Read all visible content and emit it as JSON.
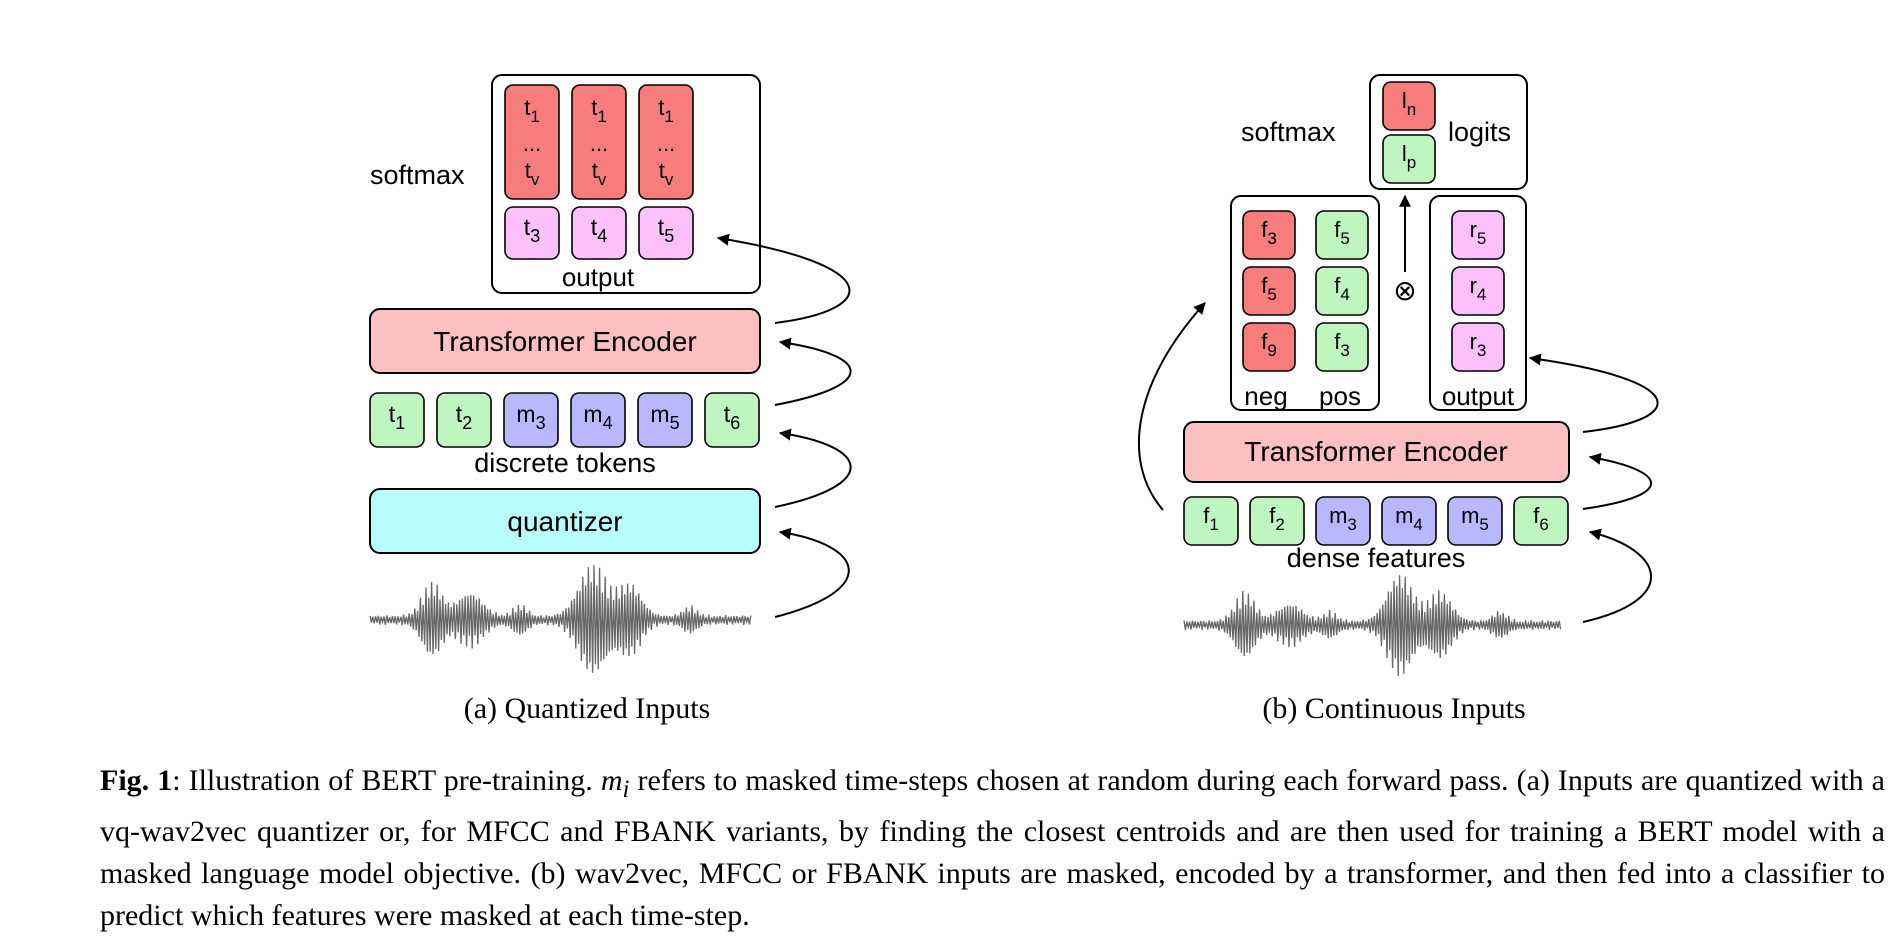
{
  "panel_a": {
    "softmax_label": "softmax",
    "output_label": "output",
    "logit_columns": [
      {
        "top": "t",
        "top_sub": "1",
        "dots": "...",
        "bottom": "t",
        "bottom_sub": "v"
      },
      {
        "top": "t",
        "top_sub": "1",
        "dots": "...",
        "bottom": "t",
        "bottom_sub": "v"
      },
      {
        "top": "t",
        "top_sub": "1",
        "dots": "...",
        "bottom": "t",
        "bottom_sub": "v"
      }
    ],
    "output_tokens": [
      {
        "base": "t",
        "sub": "3"
      },
      {
        "base": "t",
        "sub": "4"
      },
      {
        "base": "t",
        "sub": "5"
      }
    ],
    "encoder_label": "Transformer Encoder",
    "tokens": [
      {
        "base": "t",
        "sub": "1",
        "kind": "token"
      },
      {
        "base": "t",
        "sub": "2",
        "kind": "token"
      },
      {
        "base": "m",
        "sub": "3",
        "kind": "mask"
      },
      {
        "base": "m",
        "sub": "4",
        "kind": "mask"
      },
      {
        "base": "m",
        "sub": "5",
        "kind": "mask"
      },
      {
        "base": "t",
        "sub": "6",
        "kind": "token"
      }
    ],
    "tokens_label": "discrete tokens",
    "quantizer_label": "quantizer",
    "caption": "(a) Quantized Inputs"
  },
  "panel_b": {
    "softmax_label": "softmax",
    "logits_label": "logits",
    "logits": [
      {
        "base": "l",
        "sub": "n",
        "kind": "neg"
      },
      {
        "base": "l",
        "sub": "p",
        "kind": "pos"
      }
    ],
    "negatives": [
      {
        "base": "f",
        "sub": "3"
      },
      {
        "base": "f",
        "sub": "5"
      },
      {
        "base": "f",
        "sub": "9"
      }
    ],
    "positives": [
      {
        "base": "f",
        "sub": "5"
      },
      {
        "base": "f",
        "sub": "4"
      },
      {
        "base": "f",
        "sub": "3"
      }
    ],
    "neg_label": "neg",
    "pos_label": "pos",
    "outputs": [
      {
        "base": "r",
        "sub": "5"
      },
      {
        "base": "r",
        "sub": "4"
      },
      {
        "base": "r",
        "sub": "3"
      }
    ],
    "output_label": "output",
    "otimes_symbol": "⊗",
    "encoder_label": "Transformer Encoder",
    "features": [
      {
        "base": "f",
        "sub": "1",
        "kind": "token"
      },
      {
        "base": "f",
        "sub": "2",
        "kind": "token"
      },
      {
        "base": "m",
        "sub": "3",
        "kind": "mask"
      },
      {
        "base": "m",
        "sub": "4",
        "kind": "mask"
      },
      {
        "base": "m",
        "sub": "5",
        "kind": "mask"
      },
      {
        "base": "f",
        "sub": "6",
        "kind": "token"
      }
    ],
    "features_label": "dense features",
    "caption": "(b) Continuous Inputs"
  },
  "caption": {
    "fig_label": "Fig. 1",
    "text_1": ": Illustration of BERT pre-training. ",
    "math_base": "m",
    "math_sub": "i",
    "text_2": " refers to masked time-steps chosen at random during each forward pass. (a) Inputs are quantized with a vq-wav2vec quantizer or, for MFCC and FBANK variants, by finding the closest centroids and are then used for training a BERT model with a masked language model objective. (b) wav2vec, MFCC or FBANK inputs are masked, encoded by a transformer, and then fed into a classifier to predict which features were masked at each time-step."
  },
  "colors": {
    "red": "#f77c7c",
    "green": "#bff5bf",
    "mask": "#b9b8ff",
    "pink": "#fcc0fc",
    "encoder": "#fcc0c0",
    "quantizer": "#b9fcfc",
    "wave": "#666666"
  }
}
